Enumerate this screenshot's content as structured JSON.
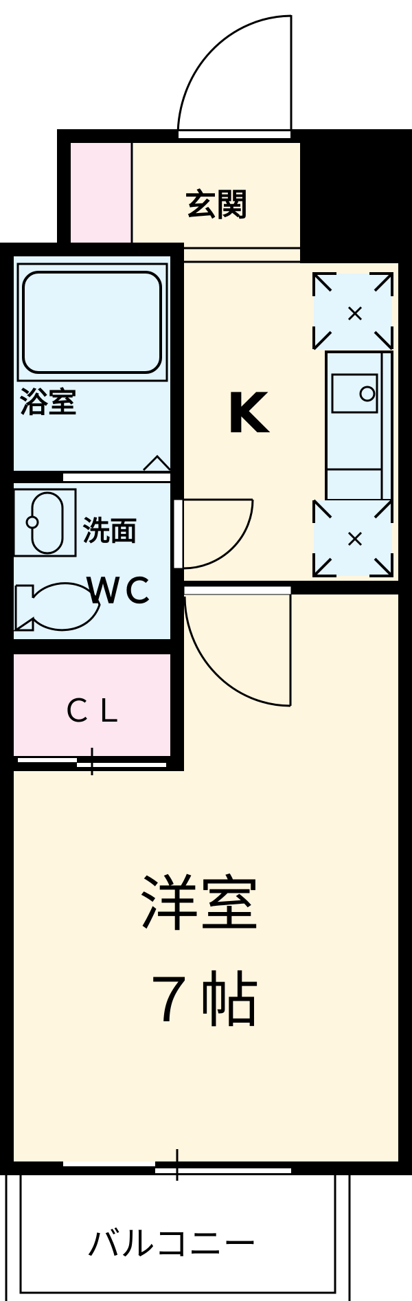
{
  "floor_plan": {
    "colors": {
      "wall": "#000000",
      "entrance": "#fff6e0",
      "storage_pink": "#fde6ef",
      "wet_area": "#e3f5fd",
      "closet": "#fde6ef",
      "western_room": "#fff6e0",
      "kitchen": "#fff6e0",
      "balcony": "#ffffff"
    },
    "rooms": {
      "entrance": {
        "label": "玄関"
      },
      "bathroom": {
        "label": "浴室"
      },
      "kitchen": {
        "label": "K"
      },
      "washroom": {
        "label": "洗面"
      },
      "toilet": {
        "label": "ＷＣ"
      },
      "closet": {
        "label": "ＣＬ"
      },
      "western_room": {
        "label": "洋室",
        "size": "７帖"
      },
      "balcony": {
        "label": "バルコニー"
      }
    },
    "fixtures": {
      "kitchen_sink": "sink-icon",
      "refrigerator_space": "x-mark-icon",
      "washing_machine_space": "x-mark-icon",
      "bathtub": "bathtub-icon",
      "wash_basin": "basin-icon",
      "toilet_bowl": "toilet-icon"
    }
  }
}
